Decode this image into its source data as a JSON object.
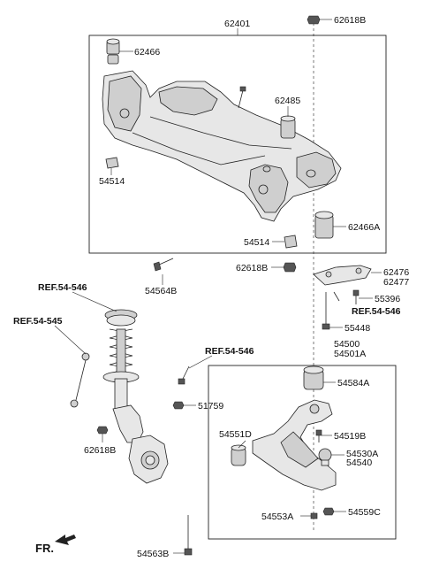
{
  "labels": {
    "p62401": "62401",
    "p62618B_top": "62618B",
    "p62466": "62466",
    "p62485": "62485",
    "p54514_left": "54514",
    "p62466A": "62466A",
    "p54514_right": "54514",
    "p62618B_mid": "62618B",
    "p54564B": "54564B",
    "p62476": "62476",
    "p62477": "62477",
    "p55396": "55396",
    "ref_54546_a": "REF.54-546",
    "ref_54546_b": "REF.54-546",
    "ref_54546_c": "REF.54-546",
    "ref_54545": "REF.54-545",
    "p55448": "55448",
    "p54500": "54500",
    "p54501A": "54501A",
    "p54584A": "54584A",
    "p51759": "51759",
    "p62618B_bot": "62618B",
    "p54551D": "54551D",
    "p54519B": "54519B",
    "p54530A": "54530A",
    "p54540": "54540",
    "p54553A": "54553A",
    "p54559C": "54559C",
    "p54563B": "54563B",
    "fr": "FR."
  }
}
